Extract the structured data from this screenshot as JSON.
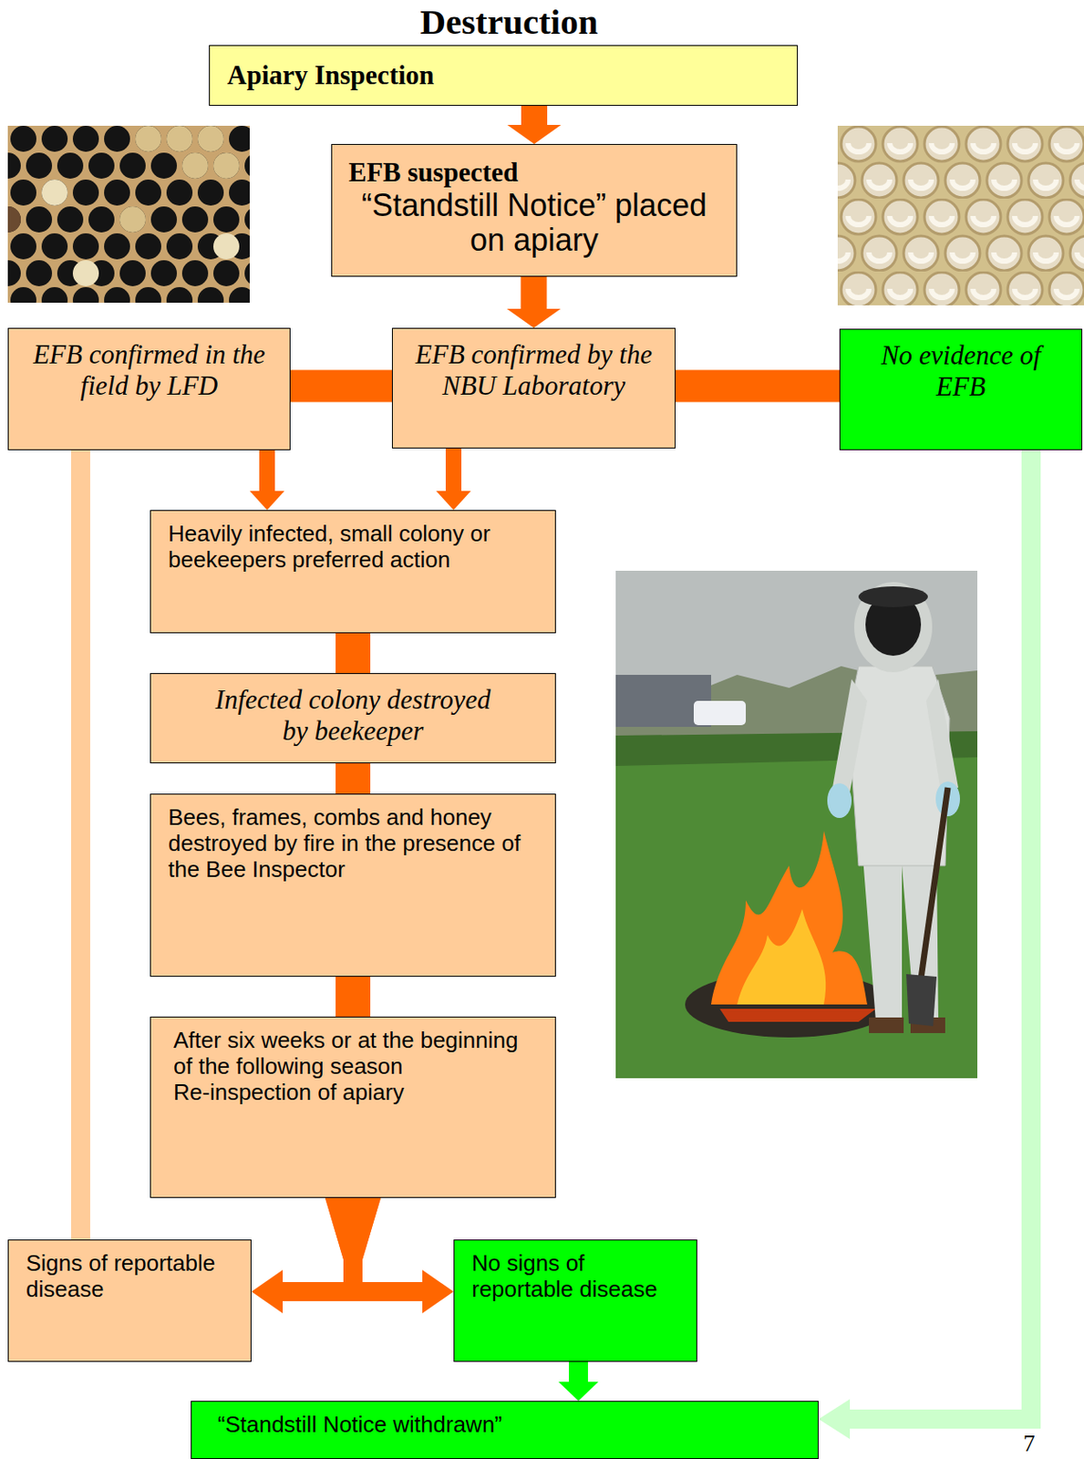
{
  "diagram": {
    "title": "Destruction",
    "nodes": [
      {
        "text": [
          "Apiary Inspection"
        ]
      },
      {
        "text": [
          "EFB suspected",
          "“Standstill Notice” placed on apiary"
        ]
      },
      {
        "text": [
          "EFB confirmed in the field by LFD"
        ]
      },
      {
        "text": [
          "EFB confirmed by the NBU Laboratory"
        ]
      },
      {
        "text": [
          "No evidence of EFB"
        ]
      },
      {
        "text": [
          "Heavily infected, small colony or beekeepers preferred action"
        ]
      },
      {
        "text": [
          "Infected colony destroyed by beekeeper"
        ]
      },
      {
        "text": [
          "Bees, frames, combs and honey destroyed by fire in the presence of the Bee Inspector"
        ]
      },
      {
        "text": [
          "After six weeks or at the beginning of the following season",
          "Re-inspection of apiary"
        ]
      },
      {
        "text": [
          "Signs of reportable disease"
        ]
      },
      {
        "text": [
          "No signs of reportable disease"
        ]
      },
      {
        "text": [
          "“Standstill Notice withdrawn”"
        ]
      }
    ],
    "edges": [
      {
        "from": 0,
        "to": 1,
        "arrow": "to"
      },
      {
        "from": 1,
        "to": 3,
        "arrow": "to"
      },
      {
        "from": 3,
        "to": 2,
        "arrow": "none"
      },
      {
        "from": 3,
        "to": 4,
        "arrow": "none"
      },
      {
        "from": 2,
        "to": 5,
        "arrow": "to"
      },
      {
        "from": 3,
        "to": 5,
        "arrow": "to"
      },
      {
        "from": 5,
        "to": 6,
        "arrow": "none"
      },
      {
        "from": 6,
        "to": 7,
        "arrow": "none"
      },
      {
        "from": 7,
        "to": 8,
        "arrow": "none"
      },
      {
        "from": 8,
        "to": 9,
        "arrow": "to"
      },
      {
        "from": 8,
        "to": 10,
        "arrow": "to"
      },
      {
        "from": 2,
        "to": 9,
        "arrow": "none"
      },
      {
        "from": 10,
        "to": 11,
        "arrow": "to"
      },
      {
        "from": 4,
        "to": 11,
        "arrow": "to"
      }
    ],
    "labels": [
      "7"
    ]
  }
}
